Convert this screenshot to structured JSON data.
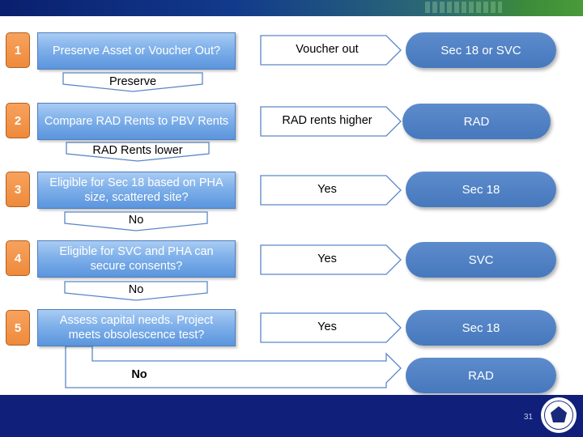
{
  "steps": [
    {
      "num": "1",
      "question": "Preserve Asset or Voucher Out?",
      "down_label": "Preserve",
      "side_label": "Voucher out",
      "outcome": "Sec 18 or SVC"
    },
    {
      "num": "2",
      "question": "Compare RAD Rents to PBV Rents",
      "down_label": "RAD Rents lower",
      "side_label": "RAD rents higher",
      "outcome": "RAD"
    },
    {
      "num": "3",
      "question": "Eligible for Sec 18 based on PHA size, scattered site?",
      "down_label": "No",
      "side_label": "Yes",
      "outcome": "Sec 18"
    },
    {
      "num": "4",
      "question": "Eligible for SVC and PHA can secure consents?",
      "down_label": "No",
      "side_label": "Yes",
      "outcome": "SVC"
    },
    {
      "num": "5",
      "question": "Assess capital needs. Project meets obsolescence test?",
      "side_label": "Yes",
      "outcome": "Sec 18"
    }
  ],
  "final": {
    "label": "No",
    "outcome": "RAD"
  },
  "footer": {
    "page_number": "31"
  },
  "colors": {
    "orange": "#ef8a3b",
    "question_blue": "#7fb0ea",
    "outcome_blue": "#4f81c3",
    "footer_navy": "#0f1f7a"
  }
}
